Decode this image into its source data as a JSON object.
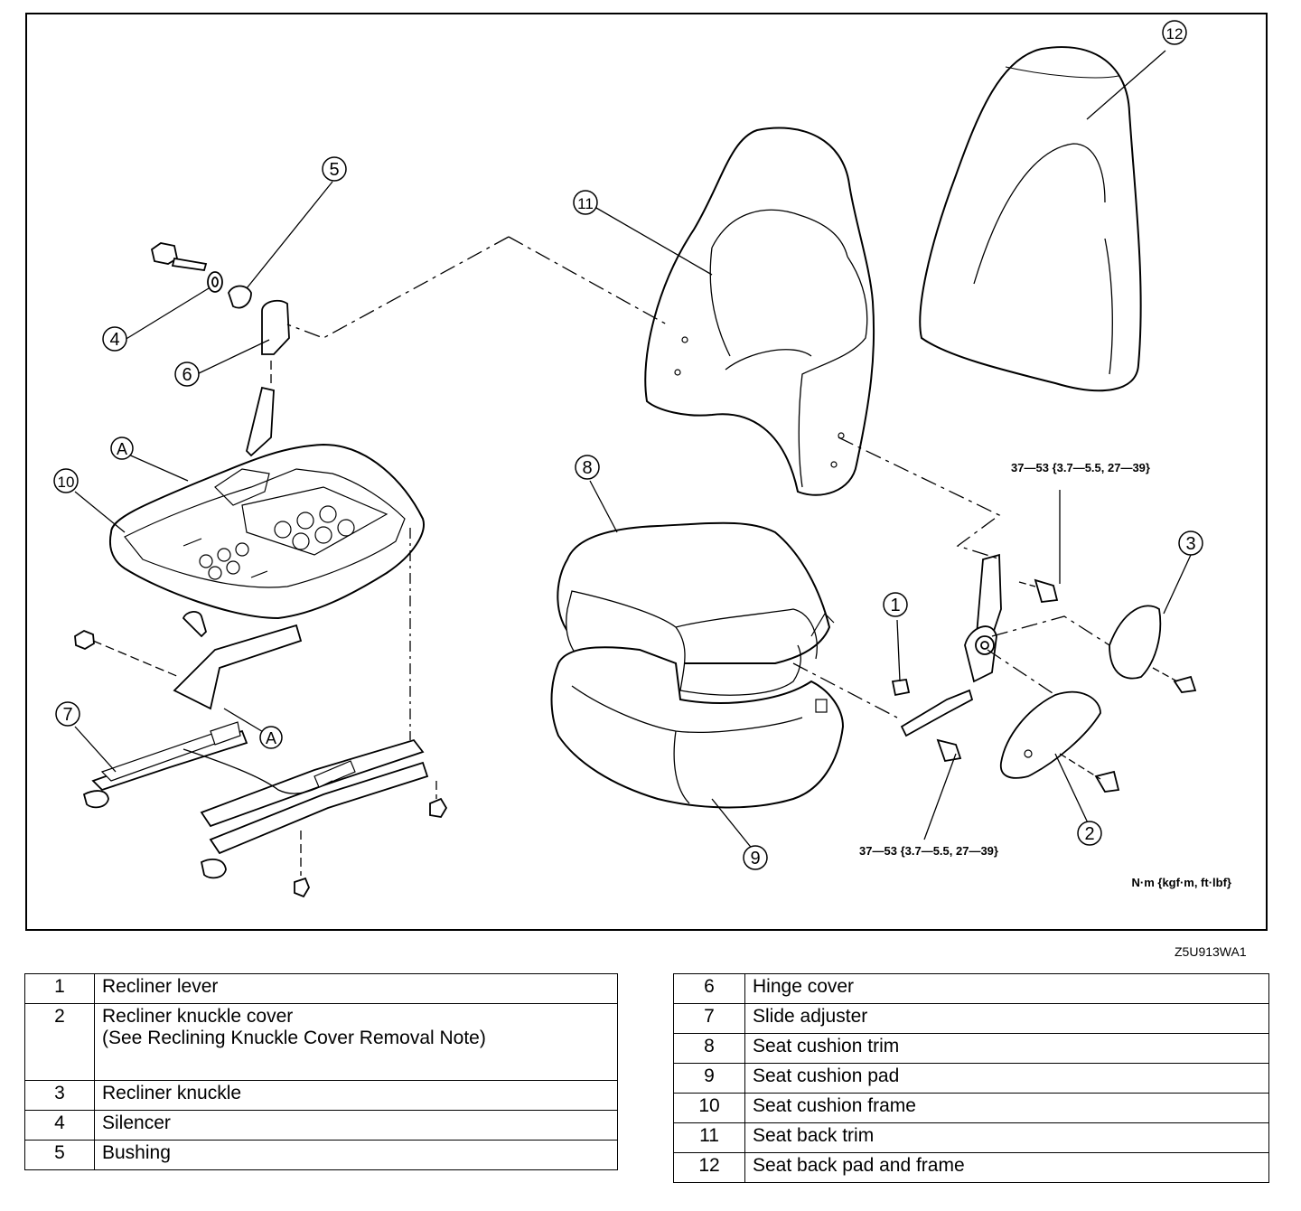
{
  "diagram": {
    "callouts": [
      "1",
      "2",
      "3",
      "4",
      "5",
      "6",
      "7",
      "8",
      "9",
      "10",
      "11",
      "12"
    ],
    "reference_marks": [
      "A",
      "A"
    ],
    "torque_specs": [
      "37—53 {3.7—5.5, 27—39}",
      "37—53 {3.7—5.5, 27—39}"
    ],
    "unit_label": "N·m {kgf·m, ft·lbf}",
    "figure_code": "Z5U913WA1"
  },
  "parts_table": {
    "left": [
      {
        "num": "1",
        "name": "Recliner lever",
        "note": ""
      },
      {
        "num": "2",
        "name": "Recliner knuckle cover",
        "note": "(See Reclining Knuckle Cover Removal Note)"
      },
      {
        "num": "3",
        "name": "Recliner knuckle",
        "note": ""
      },
      {
        "num": "4",
        "name": "Silencer",
        "note": ""
      },
      {
        "num": "5",
        "name": "Bushing",
        "note": ""
      }
    ],
    "right": [
      {
        "num": "6",
        "name": "Hinge cover"
      },
      {
        "num": "7",
        "name": "Slide adjuster"
      },
      {
        "num": "8",
        "name": "Seat cushion trim"
      },
      {
        "num": "9",
        "name": "Seat cushion pad"
      },
      {
        "num": "10",
        "name": "Seat cushion frame"
      },
      {
        "num": "11",
        "name": "Seat back trim"
      },
      {
        "num": "12",
        "name": "Seat back pad and frame"
      }
    ]
  }
}
